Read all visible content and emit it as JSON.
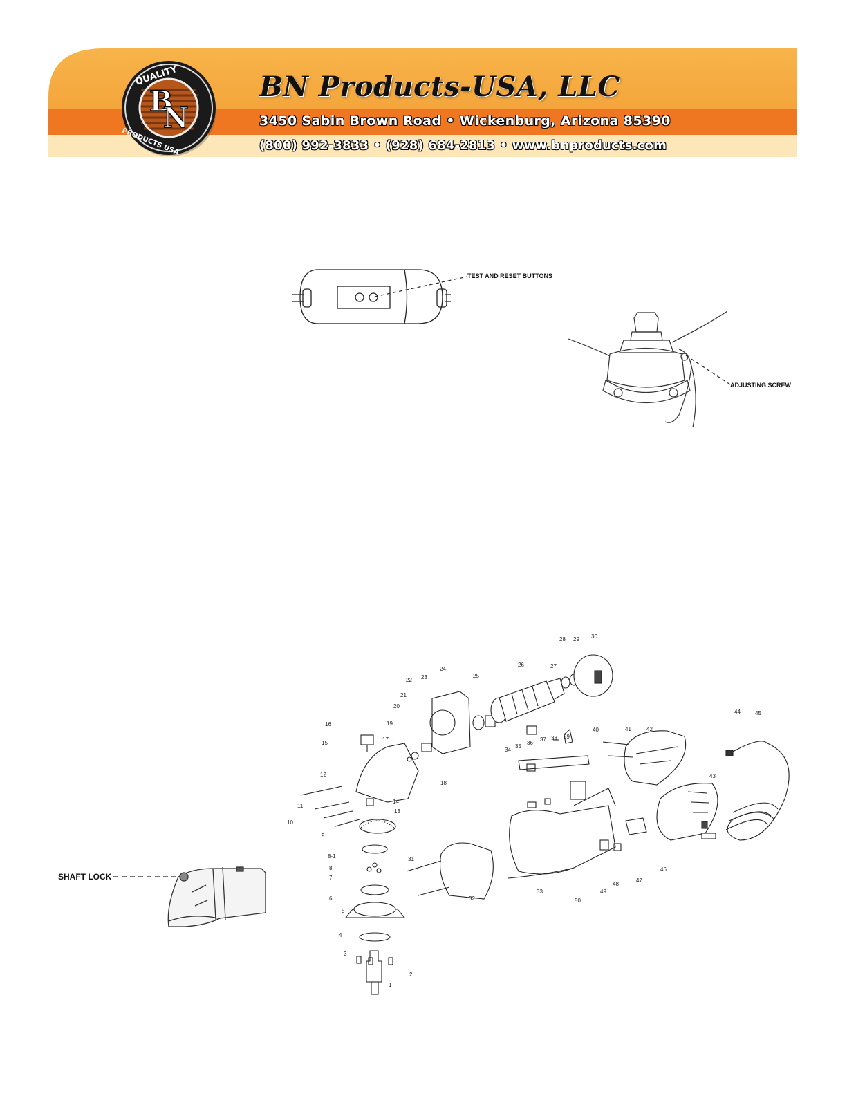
{
  "header": {
    "company": "BN Products-USA, LLC",
    "address": "3450 Sabin Brown Road • Wickenburg, Arizona 85390",
    "contact": "(800) 992-3833  •  (928) 684-2813  •  www.bnproducts.com",
    "logo": {
      "icon": "bn-quality-products-seal",
      "text_top": "QUALITY",
      "text_bottom": "PRODUCTS USA",
      "monogram": "BN"
    },
    "colors": {
      "orange_top": "#f5a43a",
      "orange_band": "#ef7a22",
      "cream_band": "#fde6b6"
    }
  },
  "gfci": {
    "label": "TEST AND RESET BUTTONS"
  },
  "guard": {
    "label": "ADJUSTING SCREW"
  },
  "shaft": {
    "label": "SHAFT LOCK"
  },
  "parts_diagram": {
    "part_numbers": [
      "1",
      "2",
      "3",
      "4",
      "5",
      "6",
      "7",
      "8",
      "8-1",
      "9",
      "10",
      "11",
      "12",
      "13",
      "14",
      "15",
      "16",
      "17",
      "18",
      "19",
      "20",
      "21",
      "22",
      "23",
      "24",
      "25",
      "26",
      "27",
      "28",
      "29",
      "30",
      "31",
      "32",
      "33",
      "34",
      "35",
      "36",
      "37",
      "38",
      "39",
      "40",
      "41",
      "42",
      "43",
      "44",
      "45",
      "46",
      "47",
      "48",
      "49",
      "50"
    ]
  }
}
